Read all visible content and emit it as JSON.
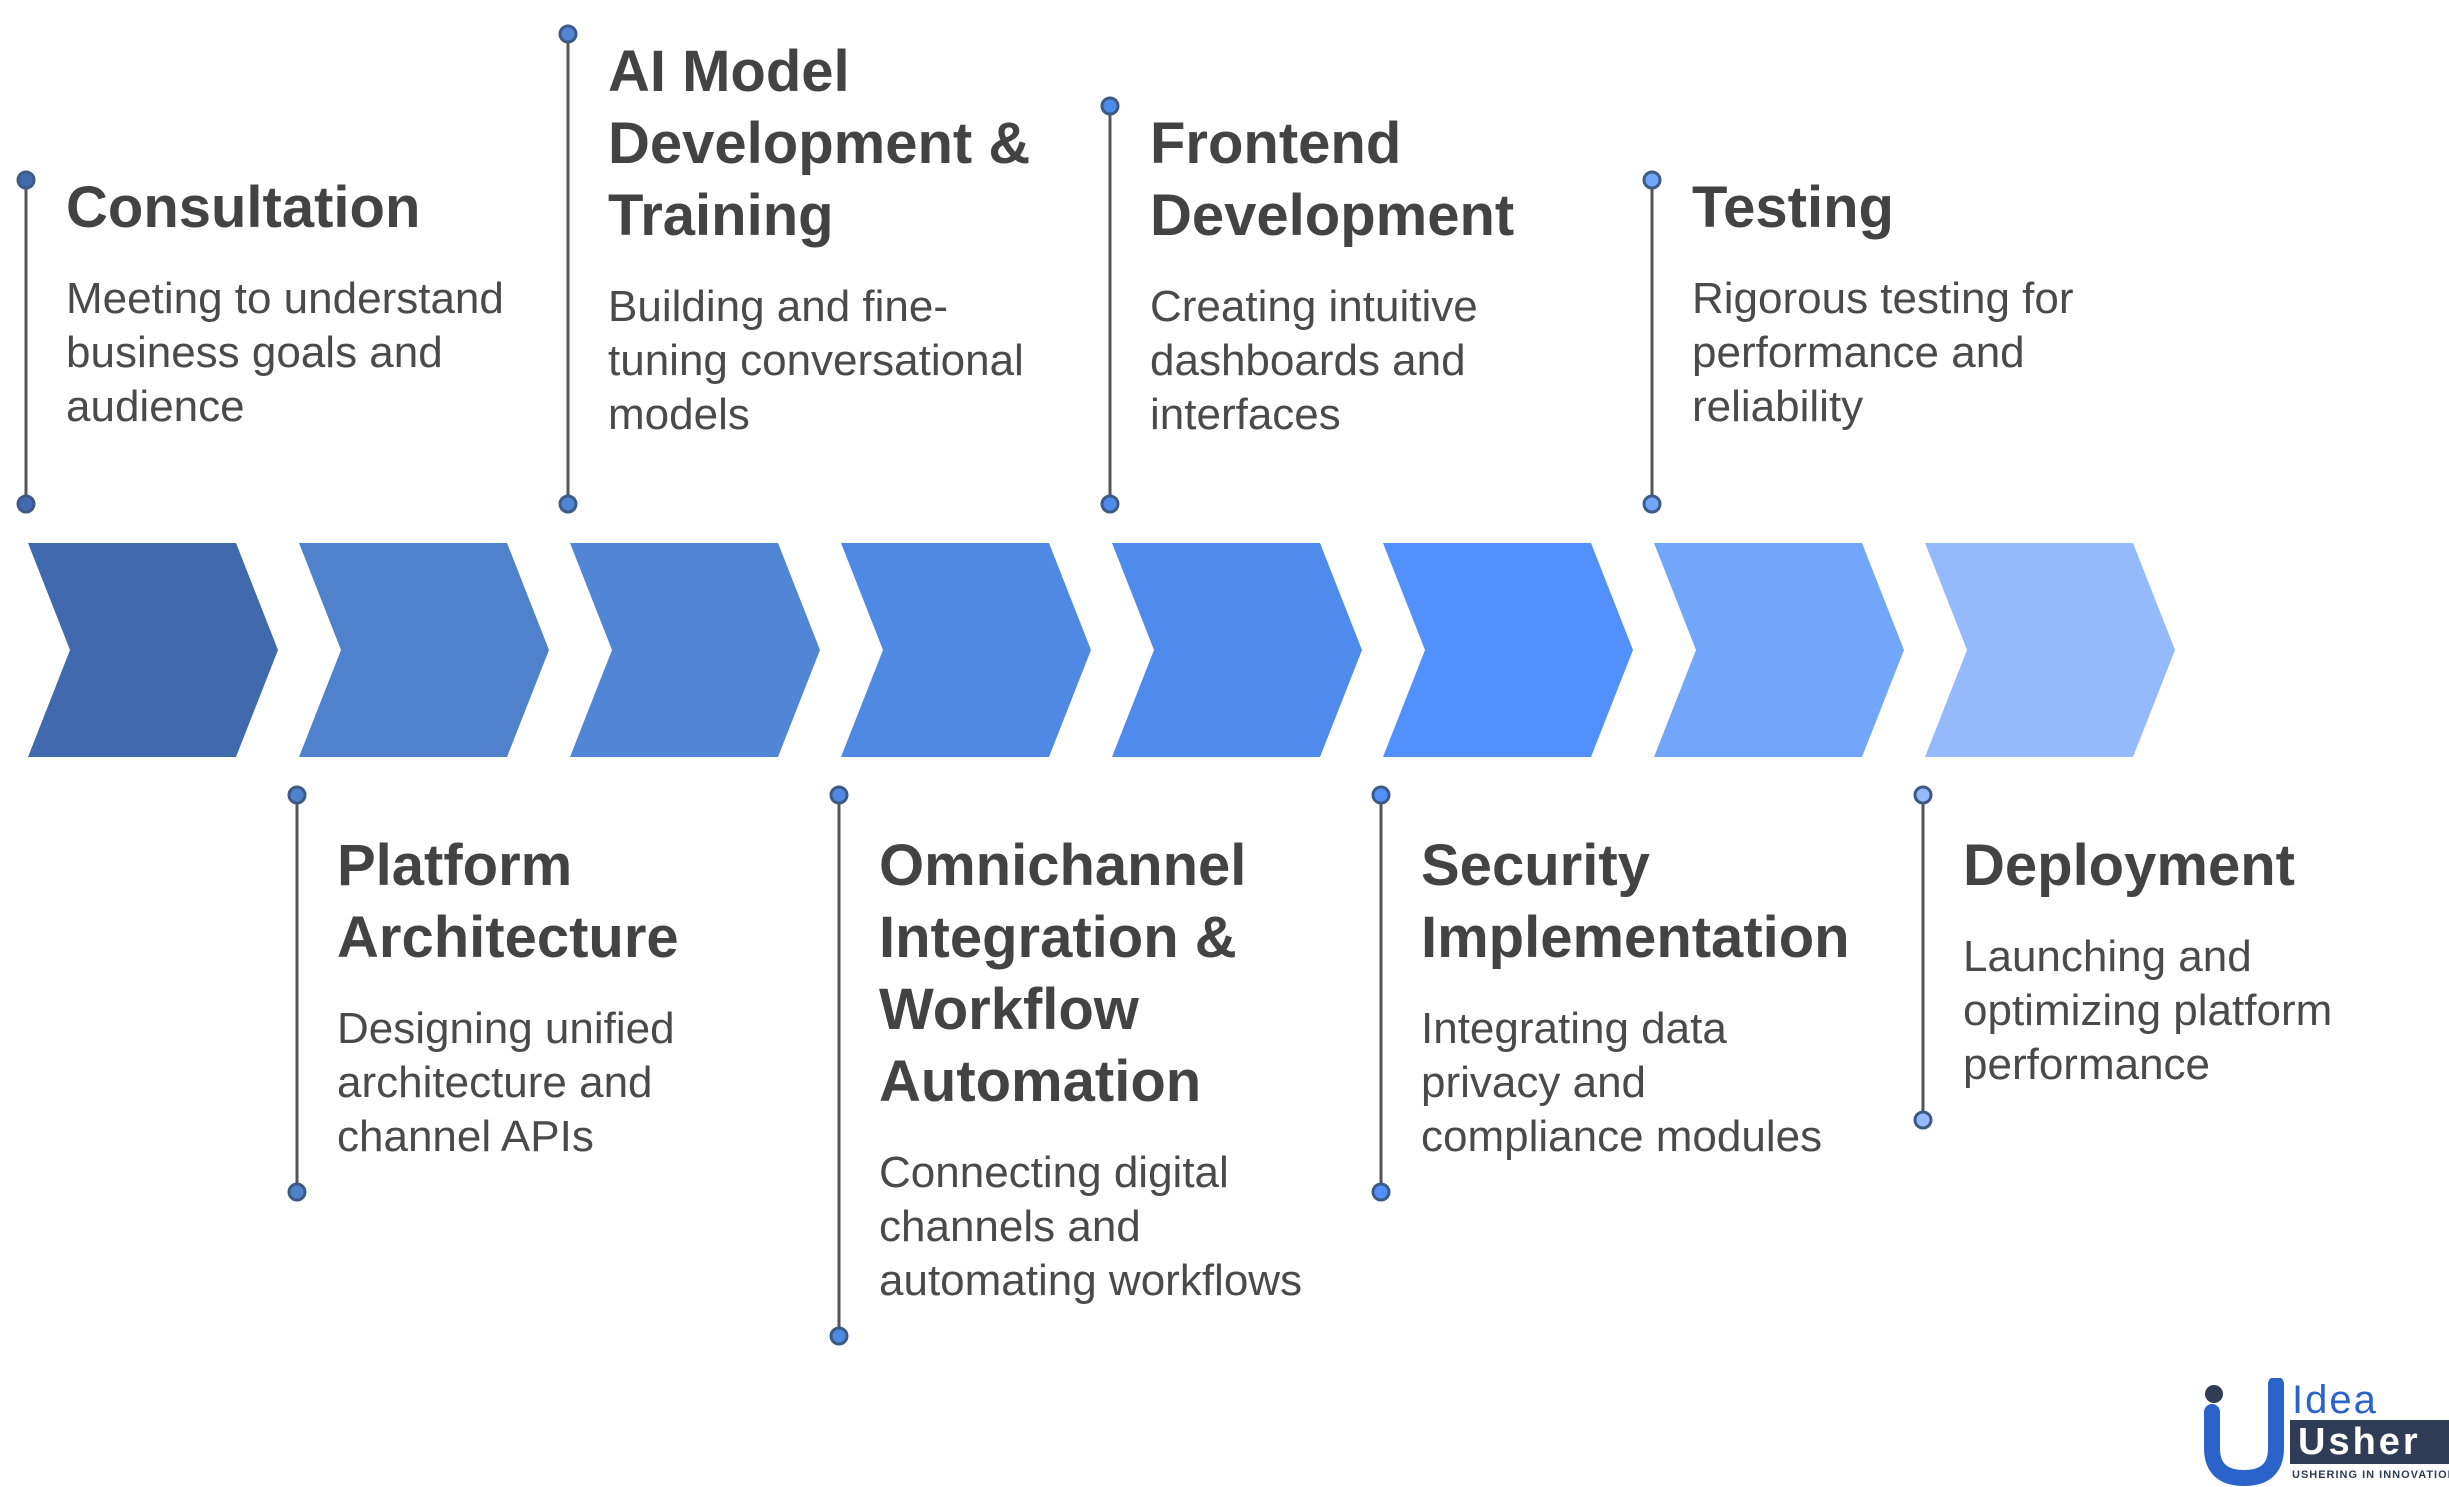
{
  "steps": [
    {
      "title": "Consultation",
      "description": "Meeting to understand\nbusiness goals and\naudience",
      "color": "#4169AD"
    },
    {
      "title": "Platform\nArchitecture",
      "description": "Designing unified\narchitecture and\nchannel APIs",
      "color": "#4F81CC"
    },
    {
      "title": "AI Model\nDevelopment &\nTraining",
      "description": "Building and fine-\ntuning conversational\nmodels",
      "color": "#5186D6"
    },
    {
      "title": "Omnichannel\nIntegration &\nWorkflow\nAutomation",
      "description": "Connecting digital\nchannels and\nautomating workflows",
      "color": "#5089E3"
    },
    {
      "title": "Frontend\nDevelopment",
      "description": "Creating intuitive\ndashboards and\ninterfaces",
      "color": "#4F8BEC"
    },
    {
      "title": "Security\nImplementation",
      "description": "Integrating data\nprivacy and\ncompliance modules",
      "color": "#5291FD"
    },
    {
      "title": "Testing",
      "description": "Rigorous testing for\nperformance and\nreliability",
      "color": "#72A6FA"
    },
    {
      "title": "Deployment",
      "description": "Launching and\noptimizing platform\nperformance",
      "color": "#94BAFC"
    }
  ],
  "colors": {
    "connector": "#555555",
    "dot": "#4D84DF",
    "dot_stroke": "#3D5A85"
  },
  "logo": {
    "idea": "Idea",
    "usher": "Usher",
    "tagline": "USHERING IN INNOVATION"
  }
}
